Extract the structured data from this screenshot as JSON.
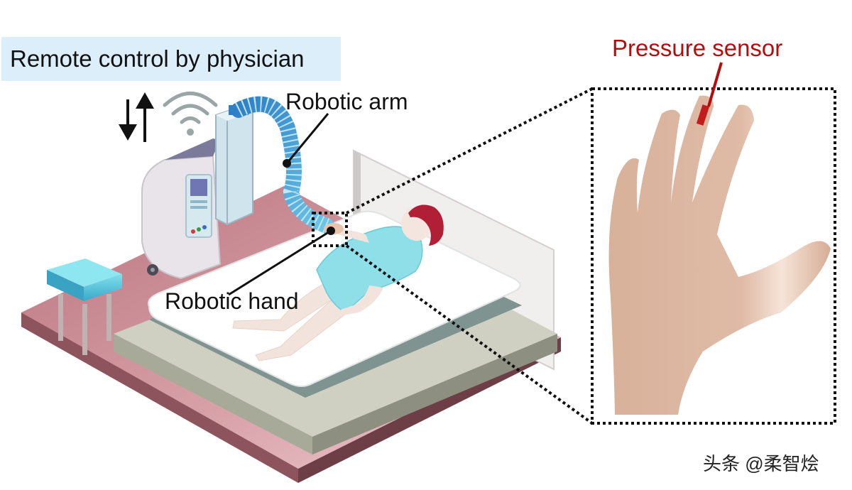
{
  "labels": {
    "title": "Remote control by physician",
    "robotic_arm": "Robotic arm",
    "robotic_hand": "Robotic hand",
    "pressure_sensor": "Pressure sensor",
    "watermark": "头条 @柔智烩"
  },
  "icons": [
    "up-down-arrows-icon",
    "wifi-icon"
  ],
  "colors": {
    "title_box": "#dbeefa",
    "sensor_label": "#b50d0d",
    "floor": "#c98a91",
    "arm": "#4ba7d8",
    "gown": "#8fdfe8",
    "hair": "#b01f35",
    "skin": "#d9b49d"
  }
}
